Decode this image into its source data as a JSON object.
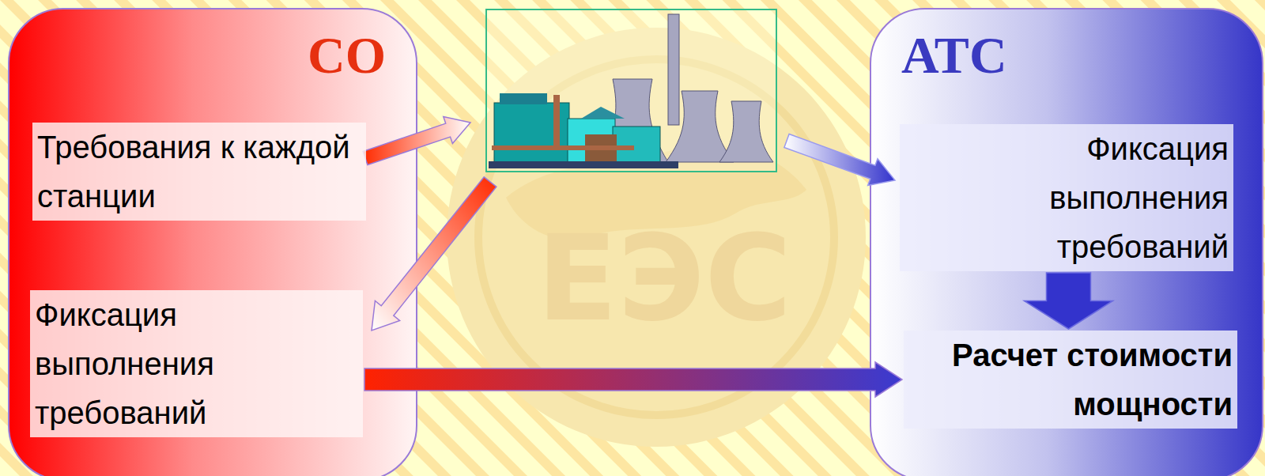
{
  "diagram": {
    "nodes": [
      {
        "text": [
          "СО"
        ]
      },
      {
        "text": [
          "Требования к каждой станции"
        ],
        "in": 0
      },
      {
        "text": [
          "Фиксация выполнения требований"
        ],
        "in": 0
      },
      {
        "text": [
          "АТС"
        ]
      },
      {
        "text": [
          "Фиксация выполнения требований"
        ],
        "in": 3
      },
      {
        "text": [
          "Расчет стоимости мощности"
        ],
        "in": 3
      }
    ],
    "edges": [
      {
        "from": 2,
        "to": 5,
        "arrow": "to"
      },
      {
        "from": 4,
        "to": 5,
        "arrow": "to"
      }
    ],
    "labels": [
      "ЕЭС"
    ]
  }
}
